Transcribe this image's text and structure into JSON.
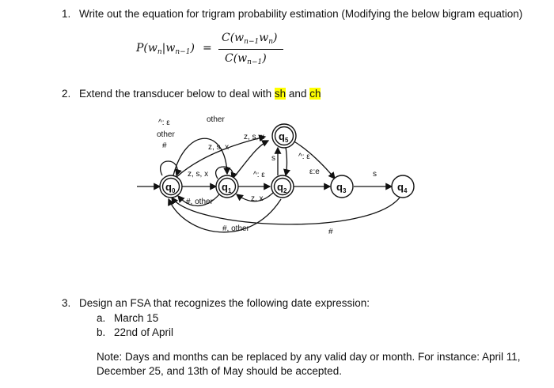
{
  "q1": {
    "number": "1.",
    "text": "Write out the equation for trigram probability estimation (Modifying the below bigram equation)"
  },
  "formula": {
    "lhs": "P(wn|wn−1)",
    "equals": "=",
    "numerator": "C(wn−1wn)",
    "denominator": "C(wn−1)"
  },
  "q2": {
    "number": "2.",
    "text_before": "Extend the transducer below to deal with ",
    "sh": "sh",
    "and": " and ",
    "ch": "ch"
  },
  "fsm": {
    "states": [
      "q0",
      "q1",
      "q2",
      "q3",
      "q4",
      "q5"
    ],
    "labels": {
      "q0_loop": [
        "^: ε",
        "other",
        "#"
      ],
      "q0_q1_top": "other",
      "q1_q5": "z, s, x",
      "q0_q1": "z, s, x",
      "q1_q2": "^: ε",
      "q2_q5_s": "s",
      "q5_q2": "z, s, x",
      "q5_q3": "^: ε",
      "q2_q3": "ε:e",
      "q3_q4": "s",
      "q1_back": "#, other",
      "q2_back": "z, x",
      "q2_to_q0": "#, other",
      "q4_to_q0": "#"
    }
  },
  "q3": {
    "number": "3.",
    "text": "Design an FSA that recognizes the following date expression:",
    "items": [
      {
        "marker": "a.",
        "text": "March 15"
      },
      {
        "marker": "b.",
        "text": "22nd of April"
      }
    ],
    "note": "Note: Days and months can be replaced by any valid day or month. For instance: April 11, December 25, and 13th of May should be accepted."
  }
}
